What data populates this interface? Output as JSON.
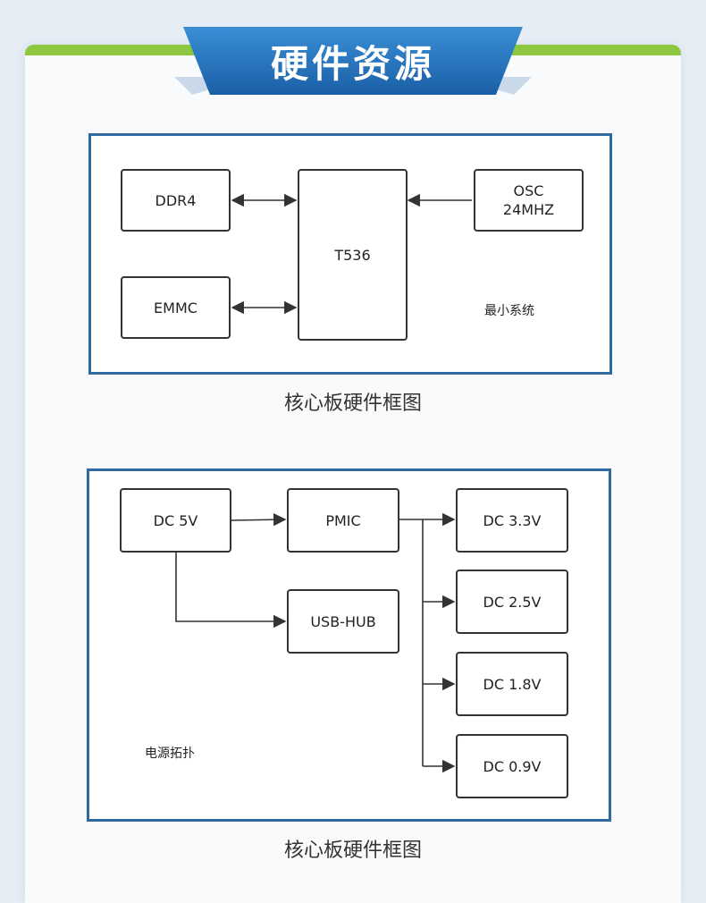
{
  "header": {
    "title": "硬件资源"
  },
  "core_diagram": {
    "soc": "T536",
    "ddr": "DDR4",
    "emmc": "EMMC",
    "osc_line1": "OSC",
    "osc_line2": "24MHZ",
    "note": "最小系统",
    "caption": "核心板硬件框图"
  },
  "power_diagram": {
    "dc_in": "DC 5V",
    "pmic": "PMIC",
    "usb_hub": "USB-HUB",
    "dc_outputs": [
      "DC 3.3V",
      "DC 2.5V",
      "DC 1.8V",
      "DC 0.9V"
    ],
    "note": "电源拓扑",
    "caption": "核心板硬件框图"
  },
  "colors": {
    "frame_border": "#2d6aa0",
    "banner_blue": "#1f6cb5",
    "banner_dark": "#0d3f78",
    "top_accent": "#8dc63f"
  }
}
